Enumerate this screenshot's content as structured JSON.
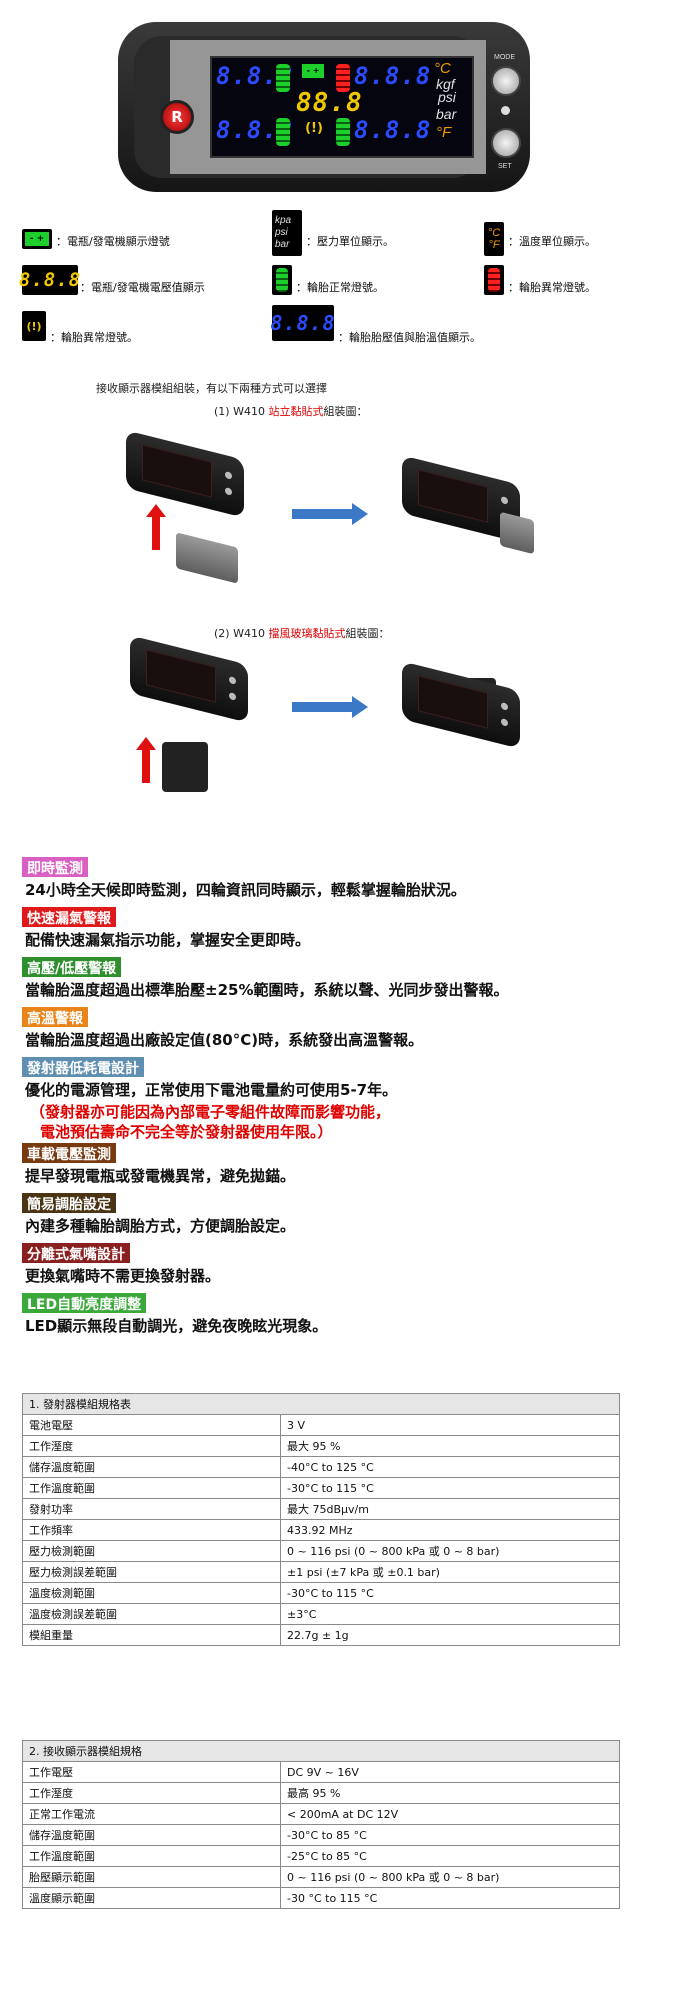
{
  "device": {
    "logo": "R",
    "mode_label": "MODE",
    "set_label": "SET",
    "seg_top_left": "8.8.8",
    "seg_top_right": "8.8.8",
    "seg_center": "88.8",
    "seg_bottom_left": "8.8.8",
    "seg_bottom_right": "8.8.8",
    "unit_c": "°C",
    "unit_kgf": "kgf",
    "unit_psi": "psi",
    "unit_bar": "bar",
    "unit_f": "°F",
    "battery_symbol": "- +",
    "tire_symbol": "(!)"
  },
  "legend": {
    "battery": "：電瓶/發電機顯示燈號",
    "pressure_unit": "：壓力單位顯示。",
    "temp_unit": "：溫度單位顯示。",
    "voltage": "：電瓶/發電機電壓值顯示",
    "normal": "：輪胎正常燈號。",
    "abnormal": "：輪胎異常燈號。",
    "tire_warning": "：輪胎異常燈號。",
    "tire_values": "：輪胎胎壓值與胎溫值顯示。",
    "kpa": "kpa",
    "psi": "psi",
    "bar": "bar",
    "c": "°C",
    "f": "°F",
    "seg_yellow": "8.8.8",
    "seg_blue": "8.8.8"
  },
  "assembly": {
    "intro": "接收顯示器模組組裝，有以下兩種方式可以選擇",
    "method1_prefix": "(1)  W410 ",
    "method1_highlight": "站立黏貼式",
    "method1_suffix": "組裝圖：",
    "method2_prefix": "(2)  W410 ",
    "method2_highlight": "擋風玻璃黏貼式",
    "method2_suffix": "組裝圖："
  },
  "features": [
    {
      "tag": "即時監測",
      "color": "#d95fc2",
      "desc": "24小時全天候即時監測，四輪資訊同時顯示，輕鬆掌握輪胎狀況。"
    },
    {
      "tag": "快速漏氣警報",
      "color": "#e01a1a",
      "desc": "配備快速漏氣指示功能，掌握安全更即時。"
    },
    {
      "tag": "高壓/低壓警報",
      "color": "#2f8f2f",
      "desc": "當輪胎溫度超過出標準胎壓±25%範圍時，系統以聲、光同步發出警報。"
    },
    {
      "tag": "高溫警報",
      "color": "#e88419",
      "desc": "當輪胎溫度超過出廠設定值(80°C)時，系統發出高溫警報。"
    },
    {
      "tag": "發射器低耗電設計",
      "color": "#5f8fb0",
      "desc": "優化的電源管理，正常使用下電池電量約可使用5-7年。"
    },
    {
      "tag": "車載電壓監測",
      "color": "#7a3a10",
      "desc": "提早發現電瓶或發電機異常，避免拋錨。"
    },
    {
      "tag": "簡易調胎設定",
      "color": "#4a3414",
      "desc": "內建多種輪胎調胎方式，方便調胎設定。"
    },
    {
      "tag": "分離式氣嘴設計",
      "color": "#8a1f1f",
      "desc": "更換氣嘴時不需更換發射器。"
    },
    {
      "tag": "LED自動亮度調整",
      "color": "#3aa83a",
      "desc": "LED顯示無段自動調光，避免夜晚眩光現象。"
    }
  ],
  "battery_note": {
    "line1": "（發射器亦可能因為內部電子零組件故障而影響功能，",
    "line2": "電池預估壽命不完全等於發射器使用年限。）"
  },
  "spec1": {
    "title": "1. 發射器模組規格表",
    "rows": [
      [
        "電池電壓",
        "3 V"
      ],
      [
        "工作溼度",
        "最大 95 %"
      ],
      [
        "儲存溫度範圍",
        "-40°C  to 125  °C"
      ],
      [
        "工作溫度範圍",
        "-30°C  to 115  °C"
      ],
      [
        "發射功率",
        "最大 75dBμv/m"
      ],
      [
        "工作頻率",
        "433.92 MHz"
      ],
      [
        "壓力檢測範圍",
        "0 ~ 116 psi (0 ~ 800 kPa 或  0 ~ 8 bar)"
      ],
      [
        "壓力檢測誤差範圍",
        "±1 psi (±7 kPa 或  ±0.1 bar)"
      ],
      [
        "溫度檢測範圍",
        "-30°C  to 115  °C"
      ],
      [
        "溫度檢測誤差範圍",
        "±3°C"
      ],
      [
        "模組重量",
        "22.7g ± 1g"
      ]
    ]
  },
  "spec2": {
    "title": "2. 接收顯示器模組規格",
    "rows": [
      [
        "工作電壓",
        "DC 9V ~ 16V"
      ],
      [
        "工作溼度",
        "最高 95 %"
      ],
      [
        "正常工作電流",
        " < 200mA at DC 12V"
      ],
      [
        "儲存溫度範圍",
        "-30°C  to 85  °C"
      ],
      [
        "工作溫度範圍",
        "-25°C  to 85  °C"
      ],
      [
        "胎壓顯示範圍",
        "0 ~ 116 psi (0 ~ 800 kPa 或  0 ~ 8 bar)"
      ],
      [
        "溫度顯示範圍",
        "-30  °C  to 115  °C"
      ]
    ]
  }
}
